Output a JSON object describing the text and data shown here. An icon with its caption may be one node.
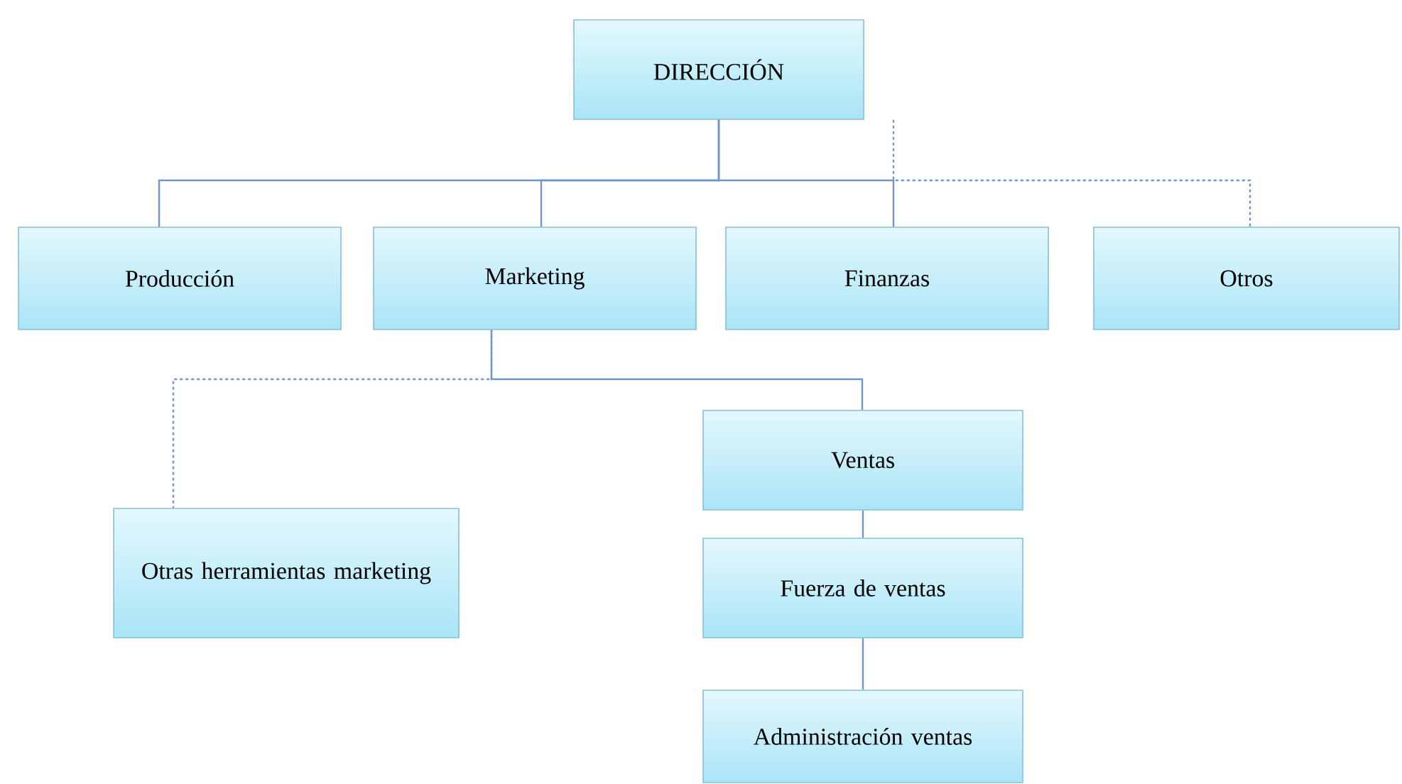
{
  "diagram": {
    "nodes": [
      {
        "text": [
          "DIRECCIÓN"
        ]
      },
      {
        "text": [
          "Producción"
        ]
      },
      {
        "text": [
          "Marketing"
        ]
      },
      {
        "text": [
          "Finanzas"
        ]
      },
      {
        "text": [
          "Otros"
        ]
      },
      {
        "text": [
          "Otras herramientas marketing"
        ]
      },
      {
        "text": [
          "Ventas"
        ]
      },
      {
        "text": [
          "Fuerza de ventas"
        ]
      },
      {
        "text": [
          "Administración ventas"
        ]
      }
    ],
    "edges": [
      {
        "from": 0,
        "to": 1,
        "arrow": "none"
      },
      {
        "from": 0,
        "to": 2,
        "arrow": "none"
      },
      {
        "from": 0,
        "to": 3,
        "arrow": "none"
      },
      {
        "from": 0,
        "to": 4,
        "arrow": "none",
        "style": "dashed"
      },
      {
        "from": 2,
        "to": 5,
        "arrow": "none",
        "style": "dashed"
      },
      {
        "from": 2,
        "to": 6,
        "arrow": "none"
      },
      {
        "from": 6,
        "to": 7,
        "arrow": "none"
      },
      {
        "from": 7,
        "to": 8,
        "arrow": "none"
      }
    ]
  }
}
